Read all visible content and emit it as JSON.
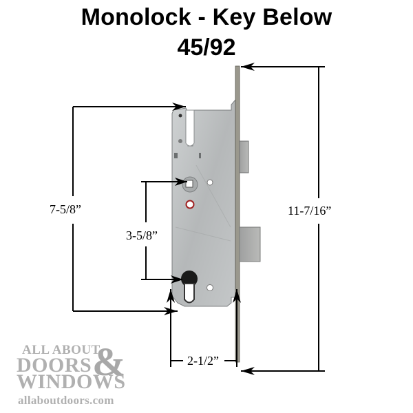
{
  "title": {
    "line1": "Monolock - Key Below",
    "line2": "45/92"
  },
  "dimensions": {
    "backset_height": "7-5/8”",
    "center_to_center": "3-5/8”",
    "faceplate_length": "11-7/16”",
    "backset": "2-1/2”"
  },
  "logo": {
    "line1": "ALL ABOUT",
    "line2": "DOORS",
    "ampersand": "&",
    "line3": "WINDOWS",
    "url": "allaboutdoors.com"
  },
  "colors": {
    "metal_body": "#b9bcbd",
    "metal_dark": "#8c8f8f",
    "faceplate": "#9c9a8e",
    "line": "#000000",
    "logo_gray": "#b0b0b0"
  }
}
